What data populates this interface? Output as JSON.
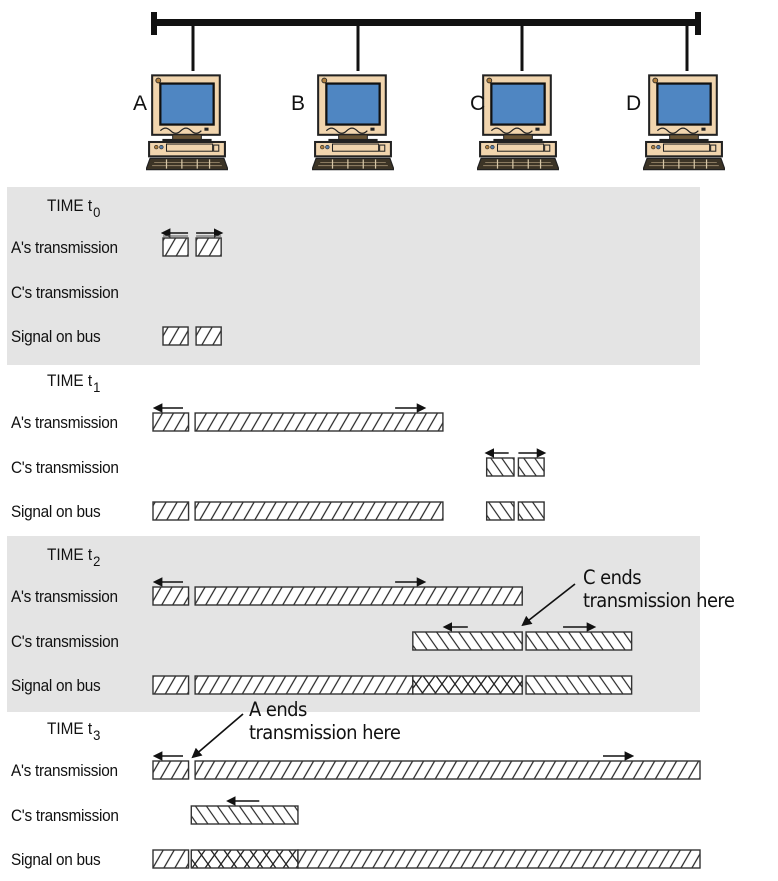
{
  "nodes": [
    {
      "label": "A"
    },
    {
      "label": "B"
    },
    {
      "label": "C"
    },
    {
      "label": "D"
    }
  ],
  "colors": {
    "panel_background": "#e4e4e4",
    "screen_blue": "#4f86c2",
    "case_beige": "#f1d5ae",
    "bus": "#111111"
  },
  "row_labels": {
    "a_transmission": "A's transmission",
    "c_transmission": "C's transmission",
    "signal": "Signal on bus"
  },
  "panels": [
    {
      "time_prefix": "TIME t",
      "time_subscript": "0",
      "shaded": true,
      "rows": {
        "a": [
          {
            "start": 0.0,
            "end": 0.045,
            "hatch": "forward",
            "arrow": "left"
          },
          {
            "start": 0.055,
            "end": 0.1,
            "hatch": "forward",
            "arrow": "right"
          }
        ],
        "c": [],
        "signal": [
          {
            "start": 0.0,
            "end": 0.045,
            "hatch": "forward"
          },
          {
            "start": 0.055,
            "end": 0.1,
            "hatch": "forward"
          }
        ]
      }
    },
    {
      "time_prefix": "TIME t",
      "time_subscript": "1",
      "shaded": false,
      "rows": {
        "a": [
          {
            "start": 0.0,
            "end": 0.065,
            "hatch": "forward",
            "arrow": "left"
          },
          {
            "start": 0.077,
            "end": 0.53,
            "hatch": "forward",
            "arrow": "right"
          }
        ],
        "c": [
          {
            "start": 0.61,
            "end": 0.66,
            "hatch": "back",
            "arrow": "left"
          },
          {
            "start": 0.668,
            "end": 0.715,
            "hatch": "back",
            "arrow": "right"
          }
        ],
        "signal": [
          {
            "start": 0.0,
            "end": 0.065,
            "hatch": "forward"
          },
          {
            "start": 0.077,
            "end": 0.53,
            "hatch": "forward"
          },
          {
            "start": 0.61,
            "end": 0.66,
            "hatch": "back"
          },
          {
            "start": 0.668,
            "end": 0.715,
            "hatch": "back"
          }
        ]
      }
    },
    {
      "time_prefix": "TIME t",
      "time_subscript": "2",
      "shaded": true,
      "rows": {
        "a": [
          {
            "start": 0.0,
            "end": 0.065,
            "hatch": "forward",
            "arrow": "left"
          },
          {
            "start": 0.077,
            "end": 0.675,
            "hatch": "forward",
            "arrow": "right"
          }
        ],
        "c": [
          {
            "start": 0.475,
            "end": 0.675,
            "hatch": "back",
            "arrow": "left"
          },
          {
            "start": 0.682,
            "end": 0.875,
            "hatch": "back",
            "arrow": "right"
          }
        ],
        "signal": [
          {
            "start": 0.0,
            "end": 0.065,
            "hatch": "forward"
          },
          {
            "start": 0.077,
            "end": 0.475,
            "hatch": "forward"
          },
          {
            "start": 0.475,
            "end": 0.675,
            "hatch": "cross"
          },
          {
            "start": 0.682,
            "end": 0.875,
            "hatch": "back"
          }
        ]
      },
      "annotation": {
        "line1": "C ends",
        "line2": "transmission here"
      }
    },
    {
      "time_prefix": "TIME t",
      "time_subscript": "3",
      "shaded": false,
      "rows": {
        "a": [
          {
            "start": 0.0,
            "end": 0.065,
            "hatch": "forward",
            "arrow": "left"
          },
          {
            "start": 0.077,
            "end": 1.0,
            "hatch": "forward",
            "arrow": "right"
          }
        ],
        "c": [
          {
            "start": 0.07,
            "end": 0.265,
            "hatch": "back",
            "arrow": "left"
          }
        ],
        "signal": [
          {
            "start": 0.0,
            "end": 0.065,
            "hatch": "forward"
          },
          {
            "start": 0.07,
            "end": 0.265,
            "hatch": "cross"
          },
          {
            "start": 0.265,
            "end": 1.0,
            "hatch": "forward"
          }
        ]
      },
      "annotation": {
        "line1": "A ends",
        "line2": "transmission here"
      }
    }
  ]
}
